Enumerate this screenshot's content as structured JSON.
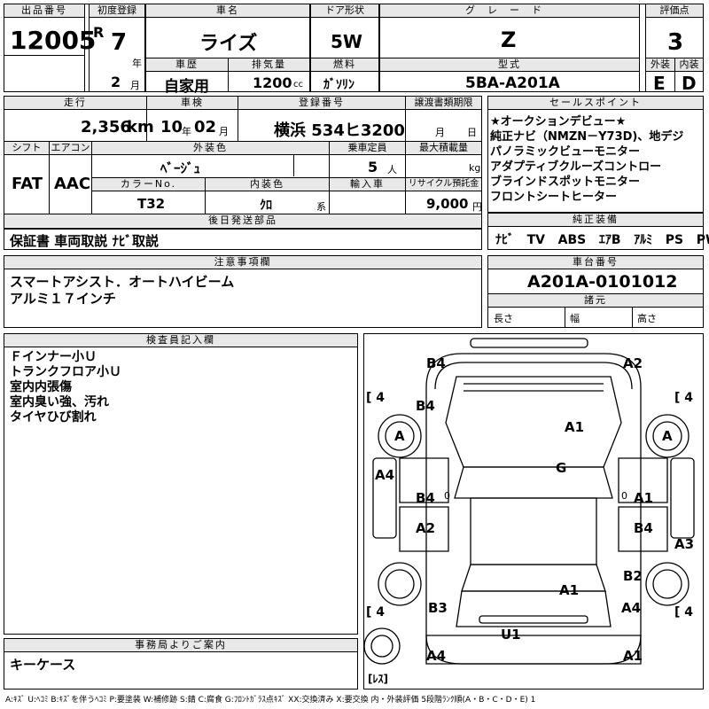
{
  "header": {
    "lot_label": "出品番号",
    "lot_no": "12005",
    "first_reg_label": "初度登録",
    "era": "R",
    "year": "7",
    "year_unit": "年",
    "month": "2",
    "month_unit": "月",
    "car_name_label": "車名",
    "car_name": "ライズ",
    "history_label": "車歴",
    "history": "自家用",
    "displacement_label": "排気量",
    "displacement": "1200",
    "displacement_unit": "cc",
    "door_label": "ドア形状",
    "door": "5W",
    "fuel_label": "燃料",
    "fuel": "ｶﾞｿﾘﾝ",
    "grade_label": "グレード",
    "grade": "Z",
    "model_label": "型式",
    "model": "5BA-A201A",
    "score_label": "評価点",
    "score": "3",
    "ext_label": "外装",
    "int_label": "内装",
    "ext_grade": "E",
    "int_grade": "D"
  },
  "row2": {
    "mileage_label": "走行",
    "mileage": "2,356",
    "mileage_unit": "km",
    "inspection_label": "車検",
    "insp_year": "10",
    "insp_year_unit": "年",
    "insp_month": "02",
    "insp_month_unit": "月",
    "plate_label": "登録番号",
    "plate": "横浜 534ヒ3200",
    "transfer_label": "譲渡書類期限",
    "transfer_month_unit": "月",
    "transfer_day_unit": "日",
    "shift_label": "シフト",
    "shift": "FAT",
    "ac_label": "エアコン",
    "ac": "AAC",
    "ext_color_label": "外装色",
    "ext_color": "ﾍﾞｰｼﾞｭ",
    "capacity_label": "乗車定員",
    "capacity": "5",
    "capacity_unit": "人",
    "load_label": "最大積載量",
    "load_unit": "kg",
    "color_no_label": "カラーNo.",
    "color_no": "T32",
    "int_color_label": "内装色",
    "int_color": "ｸﾛ",
    "int_color_unit": "系",
    "import_label": "輸入車",
    "recycle_label": "リサイクル預託金",
    "recycle": "9,000",
    "recycle_unit": "円"
  },
  "sales_points": {
    "label": "セールスポイント",
    "lines": [
      "★オークションデビュー★",
      "純正ナビ（NMZN－Y73D)、地デジ",
      "パノラミックビューモニター",
      "アダプティブクルーズコントロー",
      "ブラインドスポットモニター",
      "フロントシートヒーター"
    ]
  },
  "later_docs": {
    "label": "後日発送部品",
    "value": "保証書 車両取説 ﾅﾋﾞ取説"
  },
  "std_equipment": {
    "label": "純正装備",
    "items": [
      "ﾅﾋﾞ",
      "TV",
      "ABS",
      "ｴｱB",
      "ｱﾙﾐ",
      "PS",
      "PW"
    ]
  },
  "notes": {
    "label": "注意事項欄",
    "lines": [
      "スマートアシスト．オートハイビーム",
      "アルミ１７インチ"
    ]
  },
  "chassis": {
    "label": "車台番号",
    "value": "A201A-0101012",
    "dims_label": "諸元",
    "length": "長さ",
    "width": "幅",
    "height": "高さ"
  },
  "inspector": {
    "label": "検査員記入欄",
    "lines": [
      "Ｆインナー小Ｕ",
      "トランクフロア小Ｕ",
      "室内内張傷",
      "室内臭い強、汚れ",
      "タイヤひび割れ"
    ]
  },
  "office": {
    "label": "事務局よりご案内",
    "value": "キーケース"
  },
  "diagram": {
    "marks": {
      "b4_top": "B4",
      "a2_top": "A2",
      "b4_left": "B4",
      "a1_hood": "A1",
      "g": "G",
      "a4_left": "A4",
      "b4_mid": "B4",
      "a1_right": "A1",
      "a2_left": "A2",
      "b4_right": "B4",
      "a3_right": "A3",
      "b2_right": "B2",
      "a1_trunk": "A1",
      "b3_left": "B3",
      "a4_right": "A4",
      "u1": "U1",
      "a4_bottom": "A4",
      "a1_bottom": "A1",
      "tire_fl": "A",
      "tire_fr": "A",
      "tread_fl": "[ 4",
      "tread_fr": "[ 4",
      "tread_rl": "[ 4",
      "tread_rr": "[ 4",
      "spare": "[ﾚｽ]",
      "zero": "0"
    }
  },
  "legend": "A:ｷｽﾞ U:ﾍｺﾐ B:ｷｽﾞを伴うﾍｺﾐ P:要塗装 W:補修跡 S:錆 C:腐食 G:ﾌﾛﾝﾄｶﾞﾗｽ点ｷｽﾞ XX:交換済み X:要交換  内・外装評価 5段階ﾗﾝｸ順(A・B・C・D・E) 1"
}
